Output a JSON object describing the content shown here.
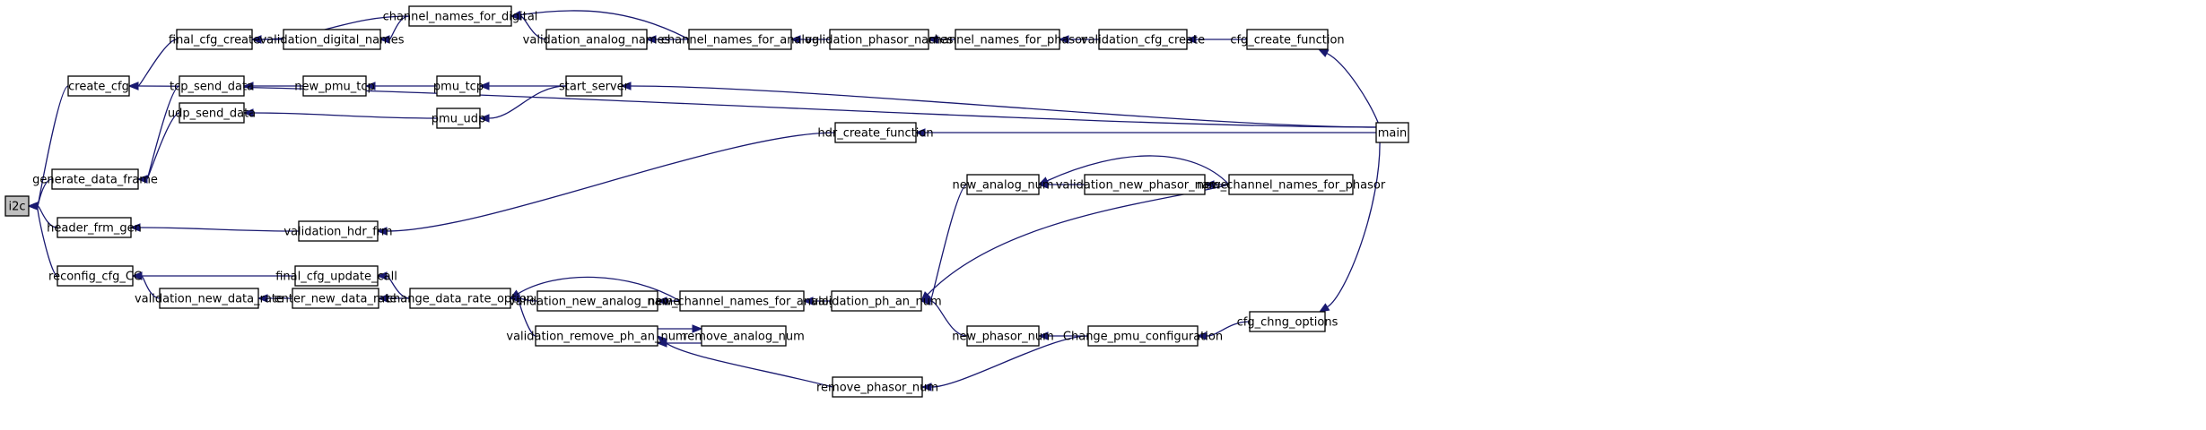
{
  "graph": {
    "edge_color": "#191970",
    "root_fill": "#bfbfbf",
    "nodes": [
      {
        "id": "i2c",
        "label": "i2c"
      },
      {
        "id": "create_cfg",
        "label": "create_cfg"
      },
      {
        "id": "generate_data_frame",
        "label": "generate_data_frame"
      },
      {
        "id": "header_frm_gen",
        "label": "header_frm_gen"
      },
      {
        "id": "reconfig_cfg_CC",
        "label": "reconfig_cfg_CC"
      },
      {
        "id": "final_cfg_create",
        "label": "final_cfg_create"
      },
      {
        "id": "validation_digital_names",
        "label": "validation_digital_names"
      },
      {
        "id": "channel_names_for_digital",
        "label": "channel_names_for_digital"
      },
      {
        "id": "validation_analog_names",
        "label": "validation_analog_names"
      },
      {
        "id": "channel_names_for_analog",
        "label": "channel_names_for_analog"
      },
      {
        "id": "validation_phasor_names",
        "label": "validation_phasor_names"
      },
      {
        "id": "channel_names_for_phasor",
        "label": "channel_names_for_phasor"
      },
      {
        "id": "validation_cfg_create",
        "label": "validation_cfg_create"
      },
      {
        "id": "cfg_create_function",
        "label": "cfg_create_function"
      },
      {
        "id": "main",
        "label": "main"
      },
      {
        "id": "tcp_send_data",
        "label": "tcp_send_data"
      },
      {
        "id": "new_pmu_tcp",
        "label": "new_pmu_tcp"
      },
      {
        "id": "pmu_tcp",
        "label": "pmu_tcp"
      },
      {
        "id": "start_server",
        "label": "start_server"
      },
      {
        "id": "udp_send_data",
        "label": "udp_send_data"
      },
      {
        "id": "pmu_udp",
        "label": "pmu_udp"
      },
      {
        "id": "validation_hdr_frm",
        "label": "validation_hdr_frm"
      },
      {
        "id": "hdr_create_function",
        "label": "hdr_create_function"
      },
      {
        "id": "final_cfg_update_call",
        "label": "final_cfg_update_call"
      },
      {
        "id": "validation_new_data_rate",
        "label": "validation_new_data_rate"
      },
      {
        "id": "enter_new_data_rate",
        "label": "enter_new_data_rate"
      },
      {
        "id": "change_data_rate_option",
        "label": "change_data_rate_option"
      },
      {
        "id": "validation_new_analog_names",
        "label": "validation_new_analog_names"
      },
      {
        "id": "new_channel_names_for_analog",
        "label": "new_channel_names_for_analog"
      },
      {
        "id": "validation_ph_an_num",
        "label": "validation_ph_an_num"
      },
      {
        "id": "new_analog_num",
        "label": "new_analog_num"
      },
      {
        "id": "validation_new_phasor_names",
        "label": "validation_new_phasor_names"
      },
      {
        "id": "new_channel_names_for_phasor",
        "label": "new_channel_names_for_phasor"
      },
      {
        "id": "validation_remove_ph_an_num",
        "label": "validation_remove_ph_an_num"
      },
      {
        "id": "remove_analog_num",
        "label": "remove_analog_num"
      },
      {
        "id": "new_phasor_num",
        "label": "new_phasor_num"
      },
      {
        "id": "Change_pmu_configuration",
        "label": "Change_pmu_configuration"
      },
      {
        "id": "cfg_chng_options",
        "label": "cfg_chng_options"
      },
      {
        "id": "remove_phasor_num",
        "label": "remove_phasor_num"
      }
    ],
    "edges": [
      {
        "from": "create_cfg",
        "to": "i2c"
      },
      {
        "from": "generate_data_frame",
        "to": "i2c"
      },
      {
        "from": "header_frm_gen",
        "to": "i2c"
      },
      {
        "from": "reconfig_cfg_CC",
        "to": "i2c"
      },
      {
        "from": "final_cfg_create",
        "to": "create_cfg"
      },
      {
        "from": "main",
        "to": "create_cfg"
      },
      {
        "from": "validation_digital_names",
        "to": "final_cfg_create"
      },
      {
        "from": "channel_names_for_digital",
        "to": "final_cfg_create"
      },
      {
        "from": "channel_names_for_digital",
        "to": "validation_digital_names"
      },
      {
        "from": "validation_analog_names",
        "to": "channel_names_for_digital"
      },
      {
        "from": "channel_names_for_analog",
        "to": "channel_names_for_digital"
      },
      {
        "from": "channel_names_for_analog",
        "to": "validation_analog_names"
      },
      {
        "from": "validation_phasor_names",
        "to": "channel_names_for_analog"
      },
      {
        "from": "channel_names_for_phasor",
        "to": "validation_phasor_names"
      },
      {
        "from": "validation_cfg_create",
        "to": "channel_names_for_phasor"
      },
      {
        "from": "cfg_create_function",
        "to": "validation_cfg_create"
      },
      {
        "from": "main",
        "to": "cfg_create_function"
      },
      {
        "from": "tcp_send_data",
        "to": "generate_data_frame"
      },
      {
        "from": "udp_send_data",
        "to": "generate_data_frame"
      },
      {
        "from": "new_pmu_tcp",
        "to": "tcp_send_data"
      },
      {
        "from": "pmu_tcp",
        "to": "new_pmu_tcp"
      },
      {
        "from": "start_server",
        "to": "pmu_tcp"
      },
      {
        "from": "main",
        "to": "start_server"
      },
      {
        "from": "pmu_udp",
        "to": "udp_send_data"
      },
      {
        "from": "start_server",
        "to": "pmu_udp"
      },
      {
        "from": "validation_hdr_frm",
        "to": "header_frm_gen"
      },
      {
        "from": "hdr_create_function",
        "to": "validation_hdr_frm"
      },
      {
        "from": "main",
        "to": "hdr_create_function"
      },
      {
        "from": "final_cfg_update_call",
        "to": "reconfig_cfg_CC"
      },
      {
        "from": "validation_new_data_rate",
        "to": "reconfig_cfg_CC"
      },
      {
        "from": "change_data_rate_option",
        "to": "final_cfg_update_call"
      },
      {
        "from": "enter_new_data_rate",
        "to": "validation_new_data_rate"
      },
      {
        "from": "change_data_rate_option",
        "to": "enter_new_data_rate"
      },
      {
        "from": "validation_new_analog_names",
        "to": "change_data_rate_option"
      },
      {
        "from": "new_channel_names_for_analog",
        "to": "change_data_rate_option"
      },
      {
        "from": "validation_remove_ph_an_num",
        "to": "change_data_rate_option"
      },
      {
        "from": "new_channel_names_for_analog",
        "to": "validation_new_analog_names"
      },
      {
        "from": "validation_ph_an_num",
        "to": "new_channel_names_for_analog"
      },
      {
        "from": "new_analog_num",
        "to": "validation_ph_an_num"
      },
      {
        "from": "new_phasor_num",
        "to": "validation_ph_an_num"
      },
      {
        "from": "new_channel_names_for_phasor",
        "to": "validation_ph_an_num"
      },
      {
        "from": "validation_new_phasor_names",
        "to": "new_analog_num"
      },
      {
        "from": "new_channel_names_for_phasor",
        "to": "new_analog_num"
      },
      {
        "from": "new_channel_names_for_phasor",
        "to": "validation_new_phasor_names"
      },
      {
        "from": "remove_analog_num",
        "to": "validation_remove_ph_an_num"
      },
      {
        "from": "validation_remove_ph_an_num",
        "to": "remove_analog_num"
      },
      {
        "from": "remove_phasor_num",
        "to": "validation_remove_ph_an_num"
      },
      {
        "from": "Change_pmu_configuration",
        "to": "new_phasor_num"
      },
      {
        "from": "Change_pmu_configuration",
        "to": "remove_phasor_num"
      },
      {
        "from": "cfg_chng_options",
        "to": "Change_pmu_configuration"
      },
      {
        "from": "main",
        "to": "cfg_chng_options"
      }
    ]
  }
}
